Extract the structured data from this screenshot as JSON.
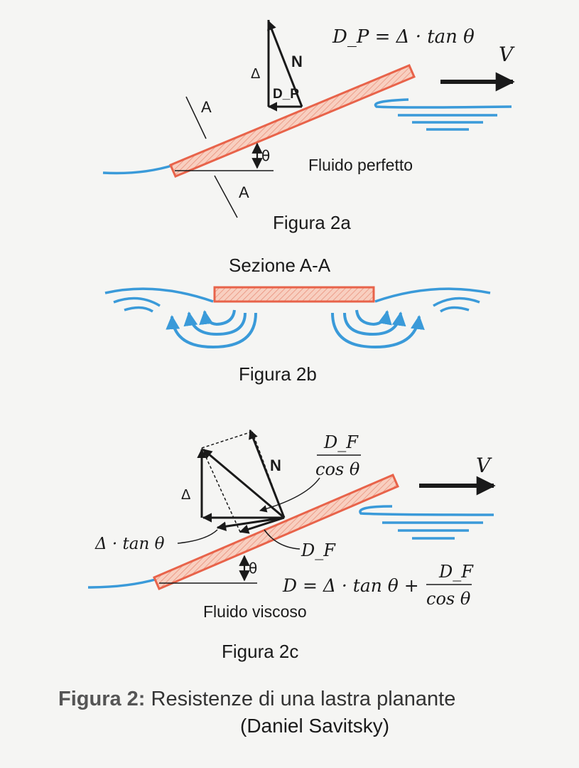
{
  "fig2a": {
    "formula": "D_P = Δ · tan θ",
    "v_label": "V",
    "n_label": "N",
    "delta_label": "Δ",
    "dp_label": "D_P",
    "section_a_top": "A",
    "section_a_bottom": "A",
    "theta_label": "θ",
    "fluid_label": "Fluido perfetto",
    "caption": "Figura  2a"
  },
  "fig2b": {
    "section_title": "Sezione  A-A",
    "caption": "Figura  2b"
  },
  "fig2c": {
    "df_num": "D_F",
    "df_den": "cos θ",
    "n_label": "N",
    "v_label": "V",
    "delta_label": "Δ",
    "delta_tan_label": "Δ · tan θ",
    "df_label": "D_F",
    "theta_label": "θ",
    "formula_left": "D = Δ · tan θ +",
    "formula_num": "D_F",
    "formula_den": "cos θ",
    "fluid_label": "Fluido viscoso",
    "caption": "Figura  2c"
  },
  "main_caption": {
    "bold": "Figura 2:",
    "text": " Resistenze di una lastra planante",
    "author": "(Daniel Savitsky)"
  },
  "colors": {
    "plate_fill": "#f6c4b4",
    "plate_stroke": "#e8634a",
    "water": "#3a9ad9",
    "ink": "#1a1a1a"
  }
}
